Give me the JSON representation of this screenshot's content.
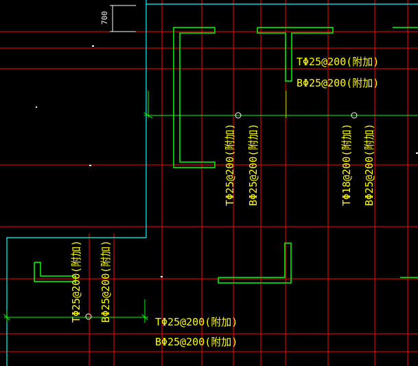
{
  "viewport": {
    "dimension_label": "700"
  },
  "rebar_labels": {
    "top_right_T": "TΦ25@200(附加)",
    "top_right_B": "BΦ25@200(附加)",
    "mid_left_T": "TΦ25@200(附加)",
    "mid_left_B": "BΦ25@200(附加)",
    "mid_right_T": "TΦ18@200(附加)",
    "mid_right_B": "BΦ25@200(附加)",
    "lower_left_T": "TΦ25@200(附加)",
    "lower_left_B": "BΦ25@200(附加)",
    "bottom_T": "TΦ25@200(附加)",
    "bottom_B": "BΦ25@200(附加)"
  },
  "colors": {
    "background": "#000000",
    "axis_line": "#ff0000",
    "rebar": "#00ff00",
    "slab_edge": "#00ffff",
    "label": "#ffff00",
    "dimension": "#ffffff"
  }
}
